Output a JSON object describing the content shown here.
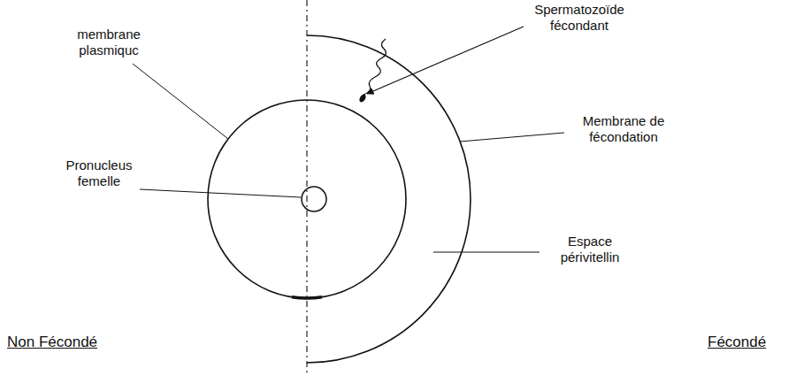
{
  "diagram": {
    "labels": [
      "membrane plasmiquc",
      "Pronucleus femelle",
      "Spermatozoïde fécondant",
      "Membrane de fécondation",
      "Espace périvitellin",
      "Non Fécondé",
      "Fécondé"
    ]
  }
}
